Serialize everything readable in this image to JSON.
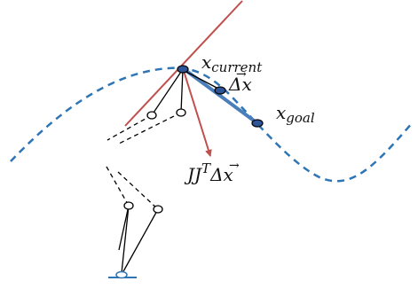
{
  "labels": {
    "current": {
      "base": "x",
      "subscript": "current"
    },
    "delta": {
      "base": "Δx",
      "arrow": "→"
    },
    "goal": {
      "base": "x",
      "subscript": "goal"
    },
    "jacobian": {
      "base": "JJ",
      "superscript": "T",
      "tail": "Δx",
      "arrow": "→"
    }
  },
  "colors": {
    "tangent_line": "#c0504d",
    "path_curve": "#2e75b6",
    "step_vector": "#4a7ebb",
    "transpose_arrow": "#c0504d",
    "linkage": "#000000",
    "joint_fill": "#ffffff",
    "target_fill": "#2e5597"
  }
}
